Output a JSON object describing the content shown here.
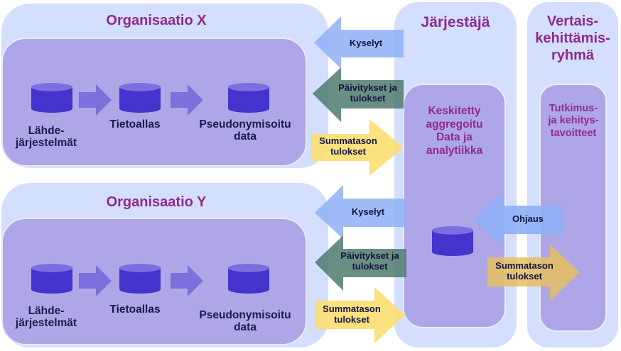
{
  "colors": {
    "outer_panel": "#d3dffc",
    "inner_panel": "#afa6e8",
    "title": "#8e2a8e",
    "cylinder_body": "#4433cc",
    "cylinder_top": "#7b6fe0",
    "flow_arrow": "#7b70dc",
    "arrow_query": "#8fb0f7",
    "arrow_updates": "#4f7a6e",
    "arrow_summary": "#fbdf70",
    "arrow_summary_dark": "#e5be5e"
  },
  "org_x": {
    "title": "Organisaatio X",
    "steps": [
      {
        "label_1": "Lähde-",
        "label_2": "järjestelmät"
      },
      {
        "label_1": "Tietoallas",
        "label_2": ""
      },
      {
        "label_1": "Pseudonymisoitu",
        "label_2": "data"
      }
    ]
  },
  "org_y": {
    "title": "Organisaatio Y",
    "steps": [
      {
        "label_1": "Lähde-",
        "label_2": "järjestelmät"
      },
      {
        "label_1": "Tietoallas",
        "label_2": ""
      },
      {
        "label_1": "Pseudonymisoitu",
        "label_2": "data"
      }
    ]
  },
  "organizer": {
    "title": "Järjestäjä",
    "inner_label": [
      "Keskitetty",
      "aggregoitu",
      "Data ja",
      "analytiikka"
    ]
  },
  "peer_group": {
    "title": [
      "Vertais-",
      "kehittämis-",
      "ryhmä"
    ],
    "inner_label": [
      "Tutkimus-",
      "ja kehitys-",
      "tavoitteet"
    ]
  },
  "arrows": {
    "x_queries": "Kyselyt",
    "x_updates": [
      "Päivitykset ja",
      "tulokset"
    ],
    "x_summary": [
      "Summatason",
      "tulokset"
    ],
    "y_queries": "Kyselyt",
    "y_updates": [
      "Päivitykset ja",
      "tulokset"
    ],
    "y_summary": [
      "Summatason",
      "tulokset"
    ],
    "guidance": "Ohjaus",
    "peer_summary": [
      "Summatason",
      "tulokset"
    ]
  }
}
